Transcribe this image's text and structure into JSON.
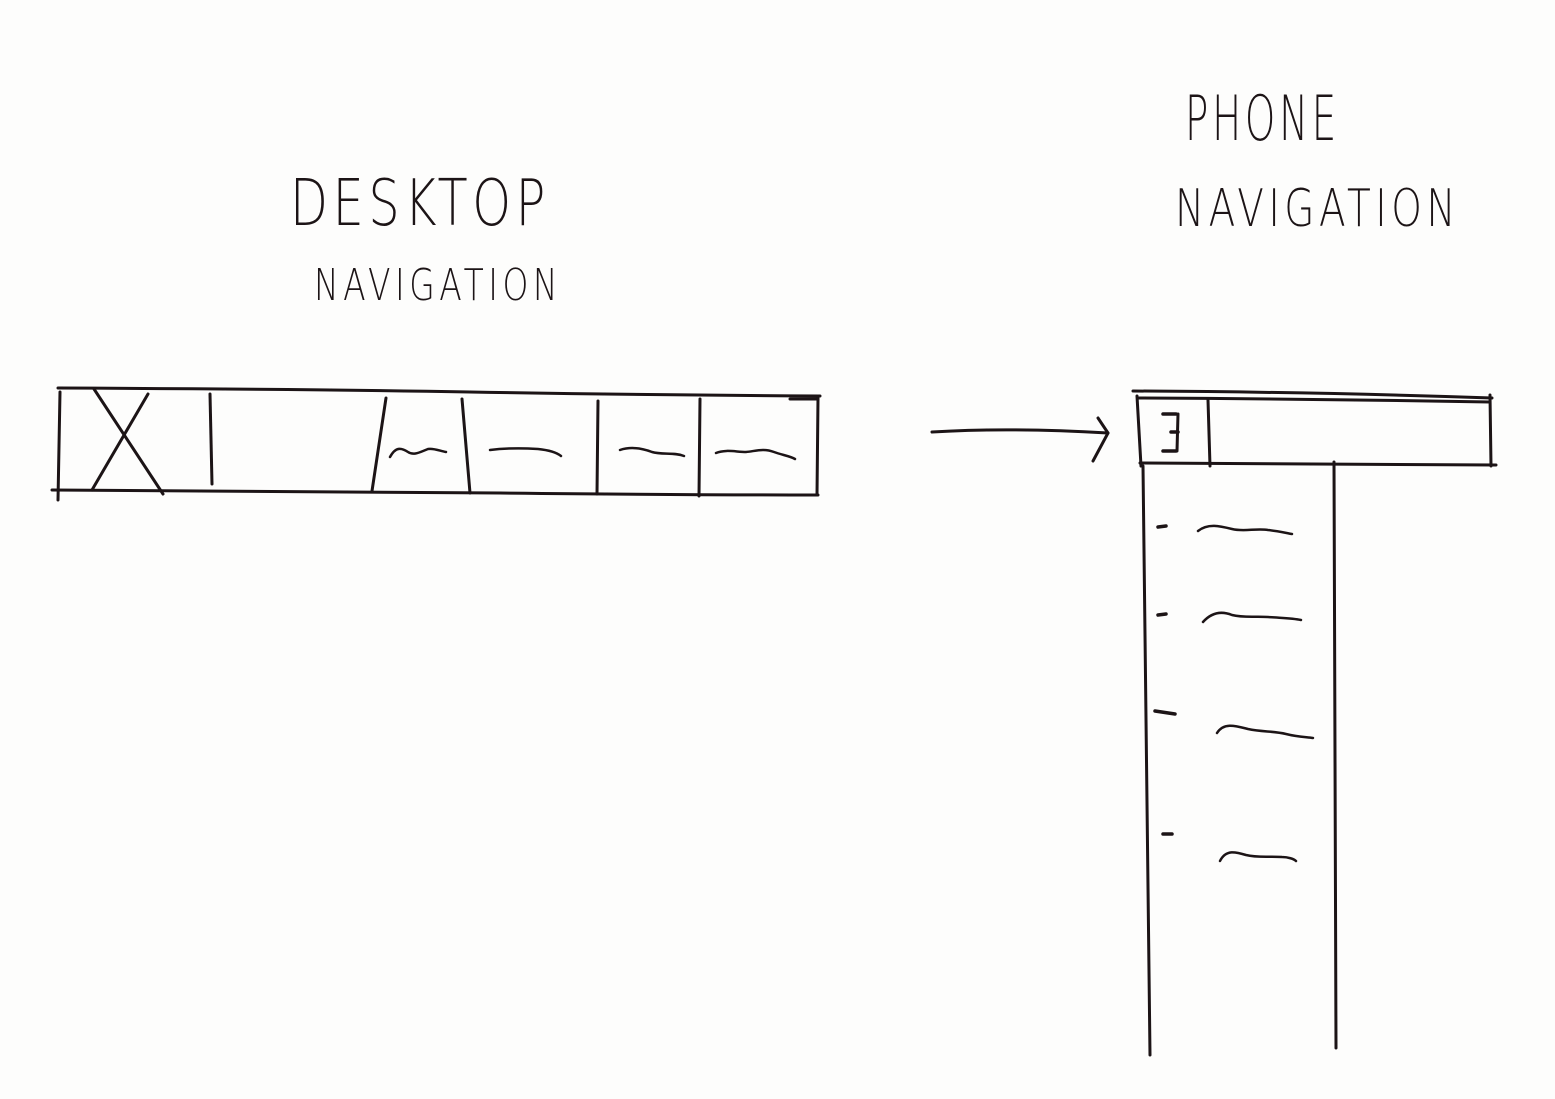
{
  "desktop_section": {
    "title_line1": "DESKTOP",
    "title_line2": "NAVIGATION"
  },
  "phone_section": {
    "title_line1": "PHONE",
    "title_line2": "NAVIGATION"
  },
  "colors": {
    "ink": "#1c1416",
    "paper": "#fdfdfc"
  },
  "icons": {
    "logo_placeholder": "x-icon",
    "menu_toggle": "hamburger-icon",
    "transition": "arrow-right-icon"
  }
}
